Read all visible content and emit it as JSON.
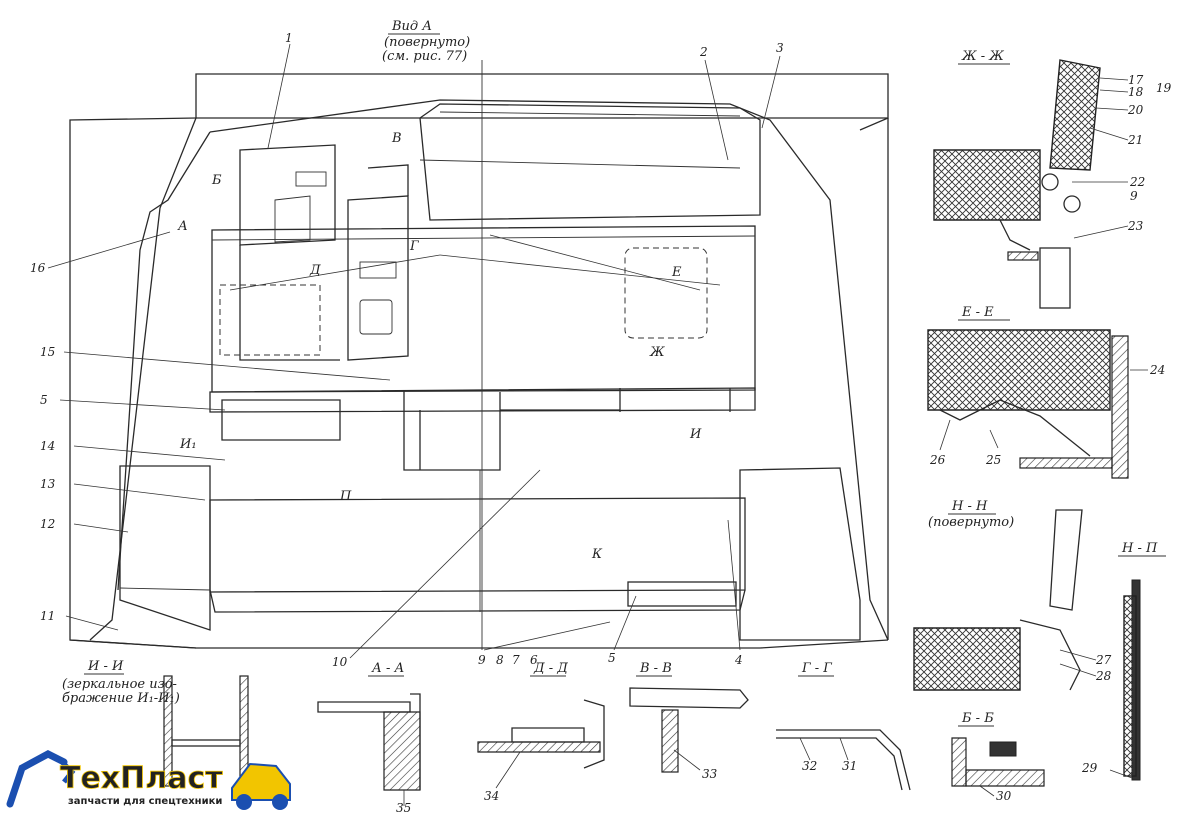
{
  "view": {
    "title": "Вид А",
    "subtitle": "(повернуто)",
    "ref": "(см. рис. 77)"
  },
  "sections": {
    "zh": "Ж - Ж",
    "e": "Е - Е",
    "n": "Н - Н",
    "n_sub": "(повернуто)",
    "np": "Н - П",
    "ii": "И - И",
    "ii_sub1": "(зеркальное изо-",
    "ii_sub2": "бражение И₁-И₁)",
    "aa": "А - А",
    "dd": "Д - Д",
    "vv": "В - В",
    "gg": "Г - Г",
    "bb": "Б - Б"
  },
  "callouts": {
    "c1": "1",
    "c2": "2",
    "c3": "3",
    "c4": "4",
    "c5": "5",
    "c5b": "5",
    "c6": "6",
    "c7": "7",
    "c8": "8",
    "c9": "9",
    "c10": "10",
    "c11": "11",
    "c12": "12",
    "c13": "13",
    "c14": "14",
    "c15": "15",
    "c16": "16",
    "c17": "17",
    "c18": "18",
    "c19": "19",
    "c20": "20",
    "c21": "21",
    "c22": "22",
    "c9b": "9",
    "c23": "23",
    "c24": "24",
    "c25": "25",
    "c26": "26",
    "c27": "27",
    "c28": "28",
    "c29": "29",
    "c30": "30",
    "c31": "31",
    "c32": "32",
    "c33": "33",
    "c34": "34",
    "c35": "35"
  },
  "markers": {
    "a": "А",
    "b": "Б",
    "v": "В",
    "g": "Г",
    "d": "Д",
    "e": "Е",
    "zh": "Ж",
    "i": "И",
    "i1": "И₁",
    "k": "К",
    "p": "П"
  },
  "logo": {
    "brand": "ТехПласт",
    "tagline": "запчасти для спецтехники",
    "brand_color": "#1b4fb0",
    "accent_color": "#f2c500"
  }
}
